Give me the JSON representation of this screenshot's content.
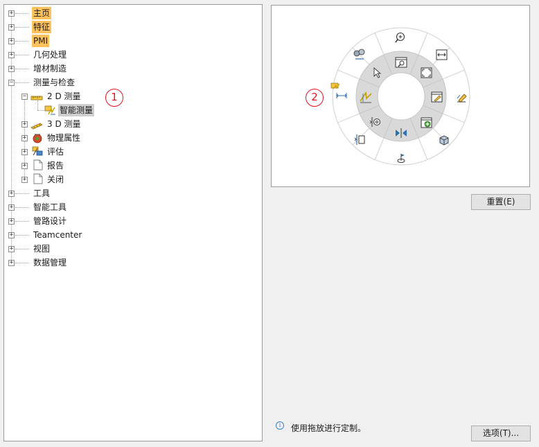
{
  "tree": {
    "items": [
      {
        "label": "主页"
      },
      {
        "label": "特征"
      },
      {
        "label": "PMI"
      },
      {
        "label": "几何处理"
      },
      {
        "label": "增材制造"
      },
      {
        "label": "测量与检查"
      },
      {
        "label": "2 D 测量"
      },
      {
        "label": "智能测量"
      },
      {
        "label": "3 D 测量"
      },
      {
        "label": "物理属性"
      },
      {
        "label": "评估"
      },
      {
        "label": "报告"
      },
      {
        "label": "关闭"
      },
      {
        "label": "工具"
      },
      {
        "label": "智能工具"
      },
      {
        "label": "管路设计"
      },
      {
        "label": "Teamcenter"
      },
      {
        "label": "视图"
      },
      {
        "label": "数据管理"
      }
    ]
  },
  "callouts": {
    "one": "1",
    "two": "2"
  },
  "buttons": {
    "reset": "重置(E)",
    "options": "选项(T)..."
  },
  "hint": {
    "text": "使用拖放进行定制。",
    "icon": "info-icon"
  },
  "colors": {
    "highlight": "#fdc15d",
    "selected": "#cfcfcf",
    "callout": "#e0141e"
  },
  "radial_menu": {
    "inner_icons": [
      "select-arrow-icon",
      "window-zoom-icon",
      "fit-view-icon",
      "edit-view-icon",
      "add-view-icon",
      "mirror-icon",
      "section-icon",
      "smart-measure-icon"
    ],
    "outer_icons": [
      "zoom-icon",
      "frame-icon",
      "sketch-edit-icon",
      "solid-box-icon",
      "datum-plane-icon",
      "split-body-icon",
      "dimension-icon",
      "assembly-icon"
    ]
  }
}
